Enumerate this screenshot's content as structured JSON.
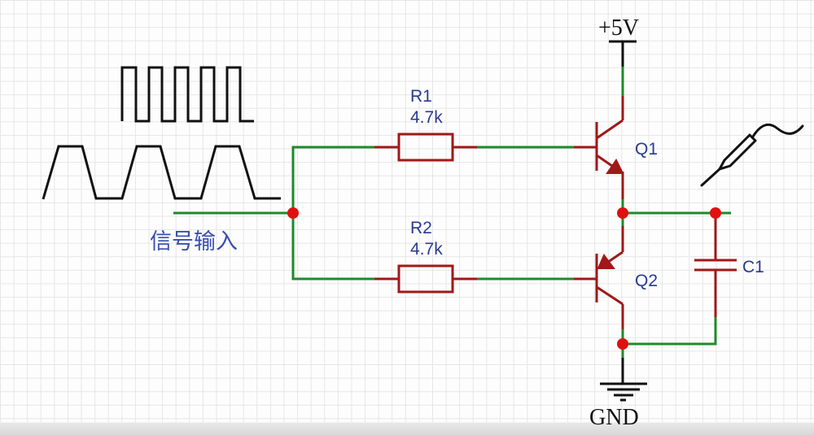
{
  "diagram": {
    "type": "circuit-schematic",
    "title": "Push-pull emitter follower driver",
    "colors": {
      "wire": "#1f8a2a",
      "component": "#a01818",
      "junction": "#e01010",
      "label": "#2b3a8f",
      "signal_label": "#3a4fb0",
      "waveform": "#111111",
      "grid": "#e6e6e6"
    },
    "labels": {
      "supply": "+5V",
      "ground": "GND",
      "input": "信号输入"
    },
    "components": [
      {
        "id": "R1",
        "type": "resistor",
        "name": "R1",
        "value": "4.7k"
      },
      {
        "id": "R2",
        "type": "resistor",
        "name": "R2",
        "value": "4.7k"
      },
      {
        "id": "Q1",
        "type": "npn-transistor",
        "name": "Q1"
      },
      {
        "id": "Q2",
        "type": "pnp-transistor",
        "name": "Q2"
      },
      {
        "id": "C1",
        "type": "capacitor",
        "name": "C1"
      }
    ],
    "waveforms": [
      {
        "name": "square-wave-high-frequency",
        "pulses": 5
      },
      {
        "name": "trapezoid-wave-low-frequency",
        "pulses": 3
      }
    ],
    "probe": {
      "name": "oscilloscope-probe"
    },
    "connections": [
      "input -> junction J1",
      "J1 -> R1 -> Q1.base",
      "J1 -> R2 -> Q2.base",
      "+5V -> Q1.collector",
      "Q1.emitter -> output node J2 <- Q2.emitter",
      "J2 -> C1 -> J3",
      "Q2.collector -> J3 -> GND"
    ]
  }
}
